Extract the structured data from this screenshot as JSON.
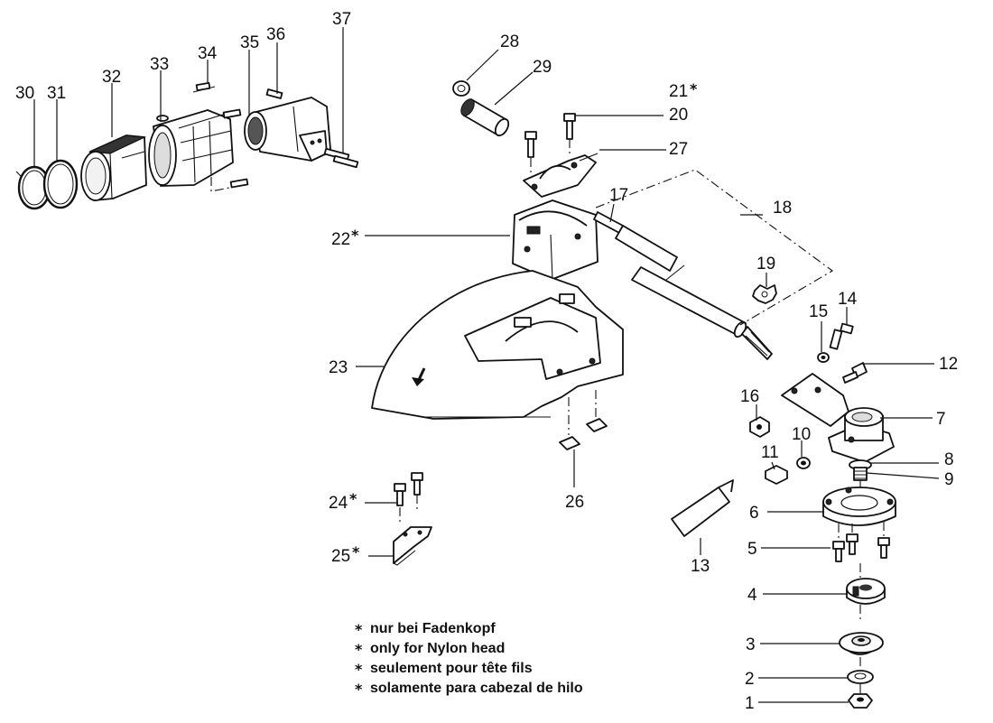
{
  "diagram": {
    "labels": {
      "n1": "1",
      "n2": "2",
      "n3": "3",
      "n4": "4",
      "n5": "5",
      "n6": "6",
      "n7": "7",
      "n8": "8",
      "n9": "9",
      "n10": "10",
      "n11": "11",
      "n12": "12",
      "n13": "13",
      "n14": "14",
      "n15": "15",
      "n16": "16",
      "n17": "17",
      "n18": "18",
      "n19": "19",
      "n20": "20",
      "n21": "21",
      "n22": "22",
      "n23": "23",
      "n24": "24",
      "n25": "25",
      "n26": "26",
      "n27": "27",
      "n28": "28",
      "n29": "29",
      "n30": "30",
      "n31": "31",
      "n32": "32",
      "n33": "33",
      "n34": "34",
      "n35": "35",
      "n36": "36",
      "n37": "37"
    },
    "asterisk": "*",
    "legend": [
      {
        "marker": "*",
        "text": "nur bei Fadenkopf"
      },
      {
        "marker": "*",
        "text": "only for Nylon head"
      },
      {
        "marker": "*",
        "text": "seulement pour tête fils"
      },
      {
        "marker": "*",
        "text": "solamente para cabezal de hilo"
      }
    ]
  }
}
